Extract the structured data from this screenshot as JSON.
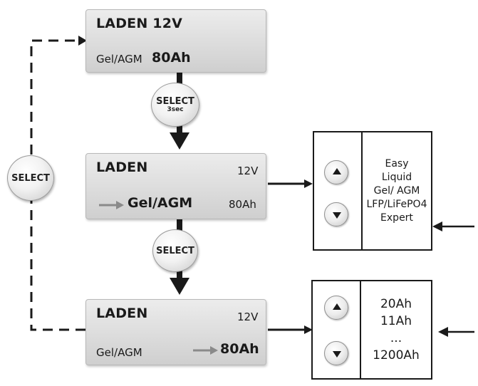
{
  "screens": {
    "top": {
      "title": "LADEN 12V",
      "battery_type": "Gel/AGM",
      "capacity": "80Ah"
    },
    "middle": {
      "title": "LADEN",
      "voltage": "12V",
      "battery_type": "Gel/AGM",
      "capacity": "80Ah"
    },
    "bottom": {
      "title": "LADEN",
      "voltage": "12V",
      "battery_type": "Gel/AGM",
      "capacity": "80Ah"
    }
  },
  "buttons": {
    "select_hold": {
      "label": "SELECT",
      "sublabel": "3sec"
    },
    "select_mid": {
      "label": "SELECT"
    },
    "select_loop": {
      "label": "SELECT"
    }
  },
  "battery_type_options": [
    "Easy",
    "Liquid",
    "Gel/ AGM",
    "LFP/LiFePO4",
    "Expert"
  ],
  "capacity_options": [
    "20Ah",
    "11Ah",
    "...",
    "1200Ah"
  ],
  "colors": {
    "screen_fill": "#dcdcdc",
    "line": "#1a1a1a",
    "arrow_grey": "#8a8a8a"
  }
}
